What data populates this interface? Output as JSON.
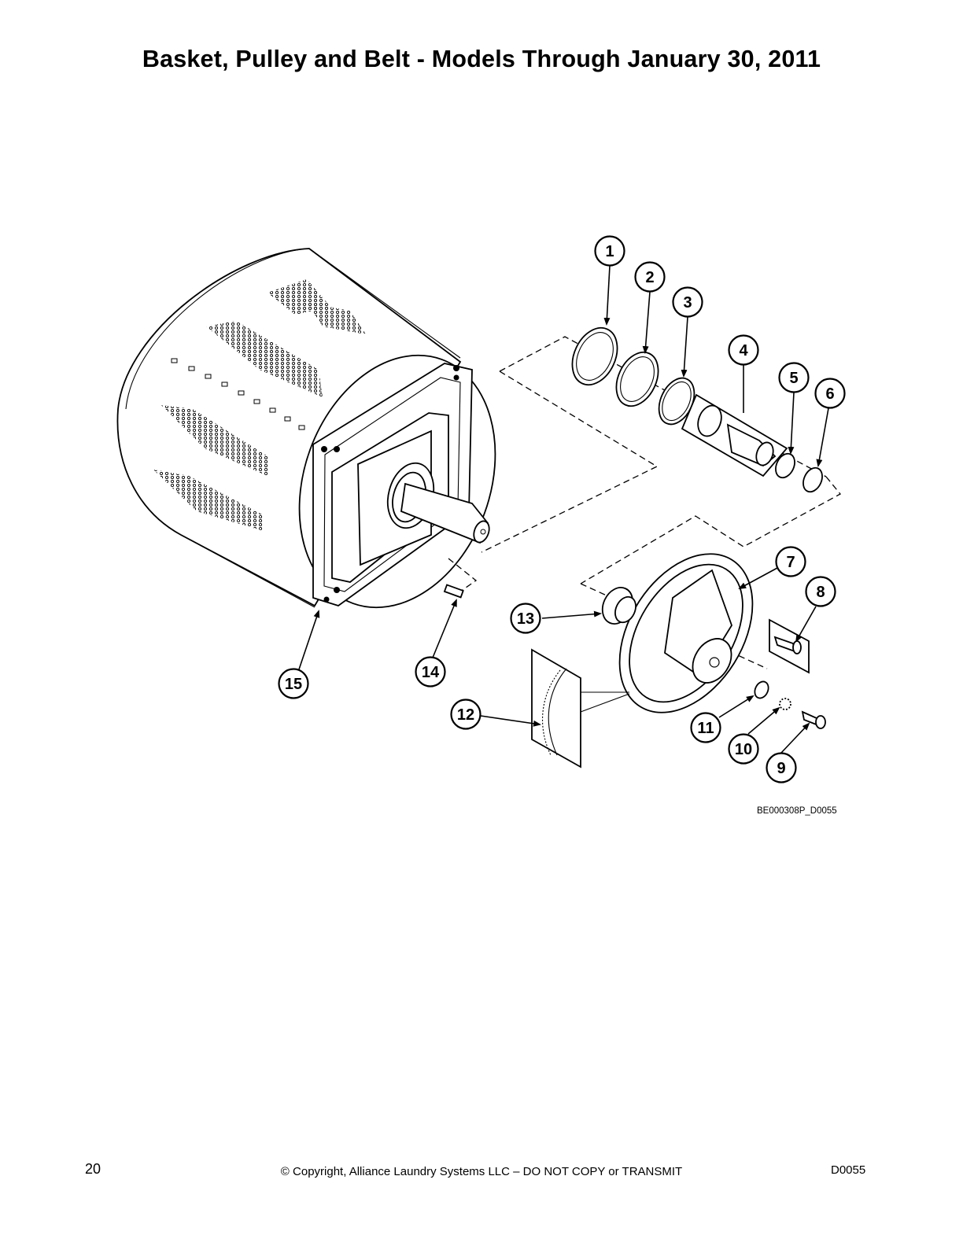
{
  "page": {
    "title": "Basket, Pulley and Belt - Models Through January 30, 2011",
    "drawing_id": "BE000308P_D0055",
    "page_number": "20",
    "copyright": "© Copyright, Alliance Laundry Systems LLC – DO NOT COPY or TRANSMIT",
    "doc_code": "D0055"
  },
  "callouts": [
    {
      "id": "1",
      "label": "1"
    },
    {
      "id": "2",
      "label": "2"
    },
    {
      "id": "3",
      "label": "3"
    },
    {
      "id": "4",
      "label": "4"
    },
    {
      "id": "5",
      "label": "5"
    },
    {
      "id": "6",
      "label": "6"
    },
    {
      "id": "7",
      "label": "7"
    },
    {
      "id": "8",
      "label": "8"
    },
    {
      "id": "9",
      "label": "9"
    },
    {
      "id": "10",
      "label": "10"
    },
    {
      "id": "11",
      "label": "11"
    },
    {
      "id": "12",
      "label": "12"
    },
    {
      "id": "13",
      "label": "13"
    },
    {
      "id": "14",
      "label": "14"
    },
    {
      "id": "15",
      "label": "15"
    }
  ]
}
